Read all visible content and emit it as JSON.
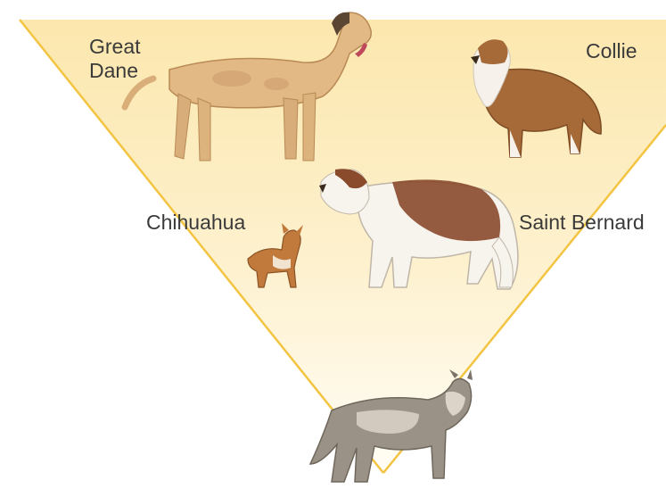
{
  "labels": {
    "great_dane_line1": "Great",
    "great_dane_line2": "Dane",
    "collie": "Collie",
    "chihuahua": "Chihuahua",
    "saint_bernard": "Saint Bernard"
  },
  "colors": {
    "funnel_top": "#fce7ad",
    "funnel_bottom": "#fffdf6",
    "funnel_edge": "#f3c442",
    "great_dane_coat": "#e2b985",
    "collie_coat": "#a66a38",
    "collie_white": "#f6f1ea",
    "saint_bernard_brown": "#8a4a2c",
    "saint_bernard_white": "#f7f4ee",
    "chihuahua_coat": "#c27a3c",
    "wolf_coat": "#9a9286",
    "wolf_light": "#dcd4c8"
  }
}
